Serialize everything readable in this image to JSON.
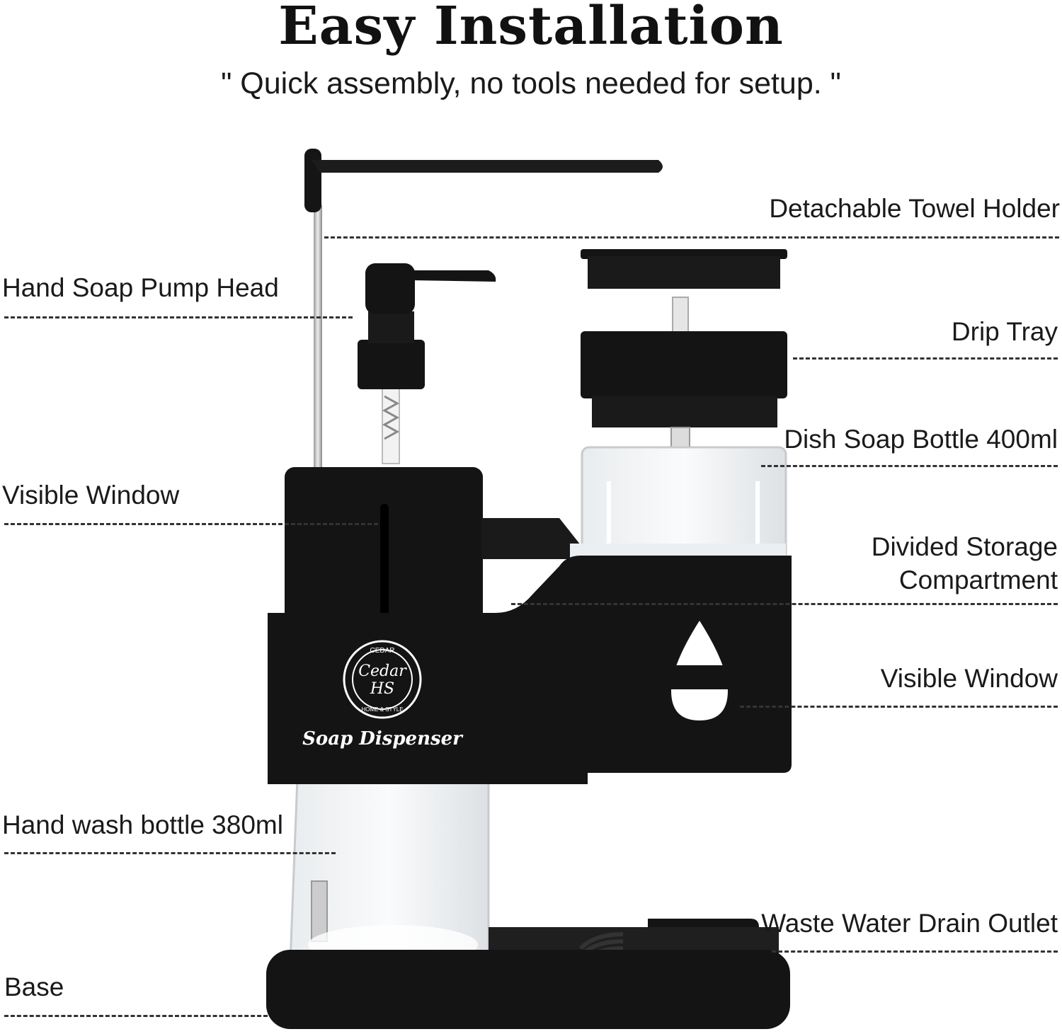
{
  "header": {
    "title": "Easy Installation",
    "subtitle": "\" Quick assembly, no tools needed for setup. \""
  },
  "product": {
    "brand_top": "CEDAR",
    "brand_main_1": "Cedar",
    "brand_main_2": "HS",
    "brand_bottom": "HOME & STYLE",
    "name": "Soap Dispenser",
    "body_color": "#141414",
    "accent_color": "#ffffff"
  },
  "callouts": {
    "towel_holder": "Detachable Towel Holder",
    "pump_head": "Hand Soap Pump Head",
    "drip_tray": "Drip Tray",
    "dish_bottle": "Dish Soap Bottle 400ml",
    "visible_window_left": "Visible Window",
    "storage_line1": "Divided Storage",
    "storage_line2": "Compartment",
    "visible_window_right": "Visible Window",
    "hand_bottle": "Hand wash bottle 380ml",
    "drain_outlet": "Waste Water Drain Outlet",
    "base": "Base"
  }
}
